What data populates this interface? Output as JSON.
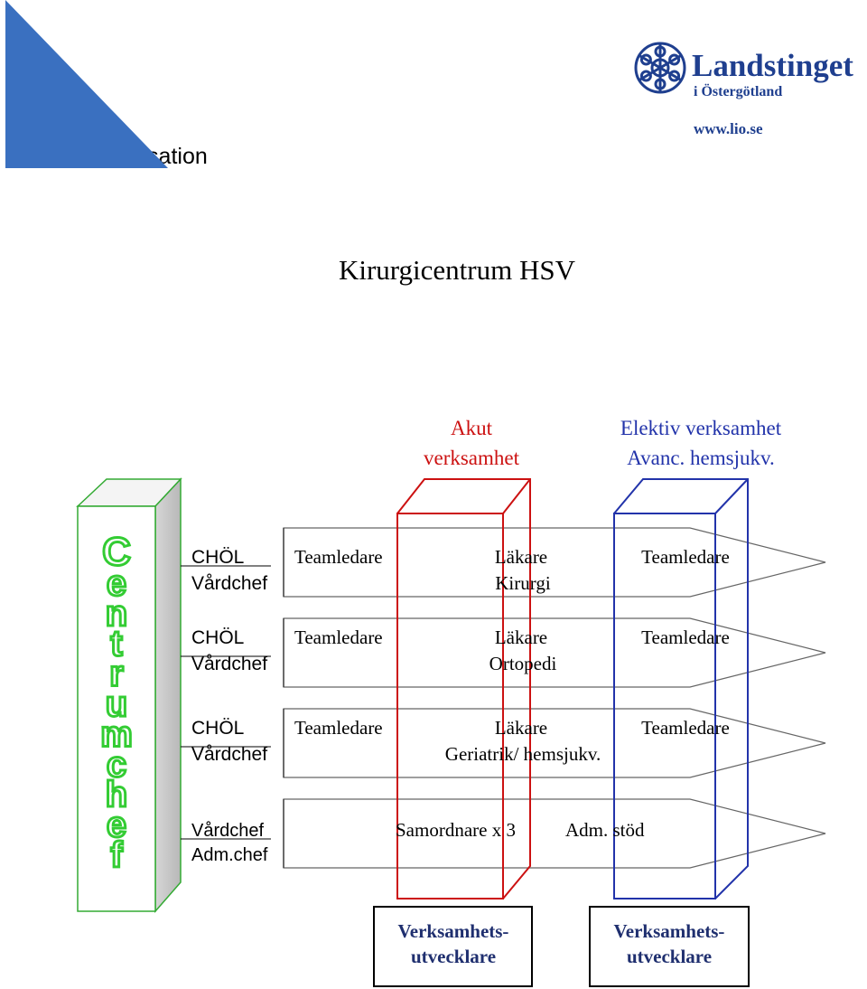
{
  "header": {
    "section_title": "Organisation",
    "url": "www.lio.se"
  },
  "logo": {
    "name_line1": "Landstinget",
    "name_line2": "i Östergötland",
    "color": "#1f3f8f"
  },
  "diagram": {
    "title": "Kirurgicentrum HSV",
    "columns": {
      "akut": {
        "line1": "Akut",
        "line2": "verksamhet",
        "color": "#cc1111"
      },
      "elektiv": {
        "line1": "Elektiv verksamhet",
        "line2": "Avanc. hemsjukv.",
        "color": "#2233aa"
      }
    },
    "centrumchef": {
      "label": "Centrumchef",
      "color": "#33cc33"
    },
    "rows": [
      {
        "left1": "CHÖL",
        "left2": "Vårdchef",
        "team_left": "Teamledare",
        "doctor": "Läkare",
        "specialty": "Kirurgi",
        "team_right": "Teamledare"
      },
      {
        "left1": "CHÖL",
        "left2": "Vårdchef",
        "team_left": "Teamledare",
        "doctor": "Läkare",
        "specialty": "Ortopedi",
        "team_right": "Teamledare"
      },
      {
        "left1": "CHÖL",
        "left2": "Vårdchef",
        "team_left": "Teamledare",
        "doctor": "Läkare",
        "specialty": "Geriatrik/ hemsjukv.",
        "team_right": "Teamledare"
      }
    ],
    "support_row": {
      "left1": "Vårdchef",
      "left2": "Adm.chef",
      "samordnare": "Samordnare x 3",
      "adm": "Adm. stöd"
    },
    "bottom_boxes": [
      {
        "line1": "Verksamhets-",
        "line2": "utvecklare"
      },
      {
        "line1": "Verksamhets-",
        "line2": "utvecklare"
      }
    ]
  }
}
